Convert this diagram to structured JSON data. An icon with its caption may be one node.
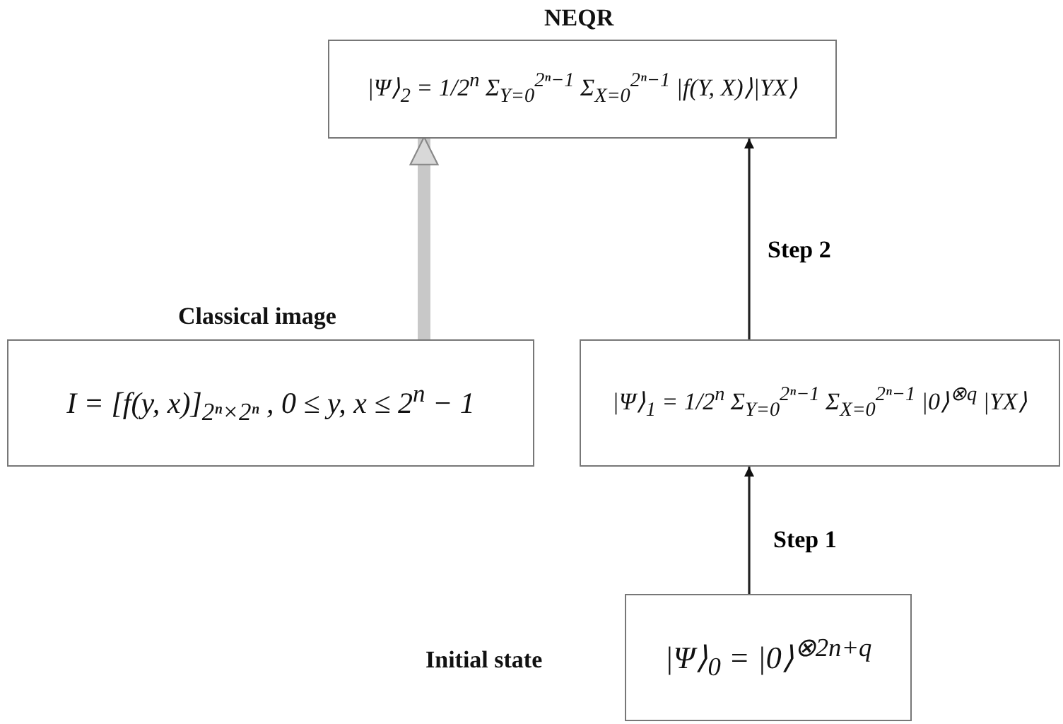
{
  "diagram": {
    "nodes": [
      {
        "text": [
          "NEQR",
          "|Ψ⟩$_{2}$ = 1/2$^{n}$ Σ$_{Y=0}$$^{2ⁿ−1}$ Σ$_{X=0}$$^{2ⁿ−1}$ |f(Y, X)⟩|YX⟩"
        ]
      },
      {
        "text": [
          "Classical image",
          "I = [f(y, x)]$_{2ⁿ×2ⁿ}$ , 0 ≤ y, x ≤ 2$^{n}$ − 1"
        ]
      },
      {
        "text": [
          "|Ψ⟩$_{1}$ = 1/2$^{n}$ Σ$_{Y=0}$$^{2ⁿ−1}$ Σ$_{X=0}$$^{2ⁿ−1}$ |0⟩$^{⊗q}$ |YX⟩"
        ]
      },
      {
        "text": [
          "Initial state",
          "|Ψ⟩$_{0}$ = |0⟩$^{⊗2n+q}$"
        ]
      }
    ],
    "edges": [
      {
        "from": 1,
        "to": 0,
        "arrow": "to",
        "style": "thick",
        "color": "#c8c8c8"
      },
      {
        "from": 2,
        "to": 0,
        "arrow": "to",
        "label": "Step 2"
      },
      {
        "from": 3,
        "to": 2,
        "arrow": "to",
        "label": "Step 1"
      }
    ]
  }
}
